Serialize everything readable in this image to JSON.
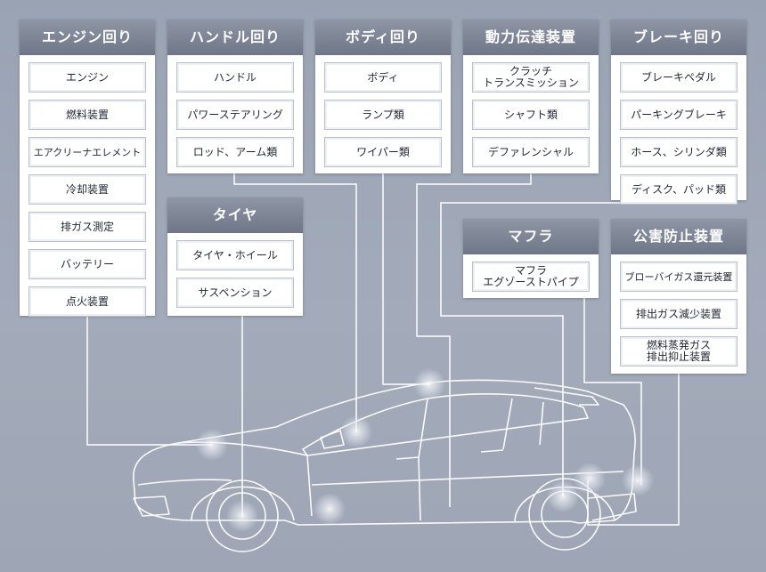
{
  "categories": [
    {
      "key": "engine",
      "title": "エンジン回り",
      "items": [
        {
          "label": "エンジン"
        },
        {
          "label": "燃料装置"
        },
        {
          "label": "エアクリーナエレメント"
        },
        {
          "label": "冷却装置"
        },
        {
          "label": "排ガス測定"
        },
        {
          "label": "バッテリー"
        },
        {
          "label": "点火装置"
        }
      ]
    },
    {
      "key": "steering",
      "title": "ハンドル回り",
      "items": [
        {
          "label": "ハンドル"
        },
        {
          "label": "パワーステアリング"
        },
        {
          "label": "ロッド、アーム類"
        }
      ]
    },
    {
      "key": "body",
      "title": "ボディ回り",
      "items": [
        {
          "label": "ボディ"
        },
        {
          "label": "ランプ類"
        },
        {
          "label": "ワイパー類"
        }
      ]
    },
    {
      "key": "drivetrain",
      "title": "動力伝達装置",
      "items": [
        {
          "label": "クラッチ",
          "label2": "トランスミッション"
        },
        {
          "label": "シャフト類"
        },
        {
          "label": "デファレンシャル"
        }
      ]
    },
    {
      "key": "brake",
      "title": "ブレーキ回り",
      "items": [
        {
          "label": "ブレーキペダル"
        },
        {
          "label": "パーキングブレーキ"
        },
        {
          "label": "ホース、シリンダ類"
        },
        {
          "label": "ディスク、パッド類"
        }
      ]
    },
    {
      "key": "tire",
      "title": "タイヤ",
      "items": [
        {
          "label": "タイヤ・ホイール"
        },
        {
          "label": "サスペンション"
        }
      ]
    },
    {
      "key": "muffler",
      "title": "マフラ",
      "items": [
        {
          "label": "マフラ",
          "label2": "エグゾーストパイプ"
        }
      ]
    },
    {
      "key": "emission",
      "title": "公害防止装置",
      "items": [
        {
          "label": "ブローバイガス還元装置"
        },
        {
          "label": "排出ガス減少装置"
        },
        {
          "label": "燃料蒸発ガス",
          "label2": "排出抑止装置"
        }
      ]
    }
  ],
  "colors": {
    "background": "#9ea6b5",
    "header": "#7a8293",
    "line": "#ffffff",
    "hotspot": "#d8dce6"
  }
}
